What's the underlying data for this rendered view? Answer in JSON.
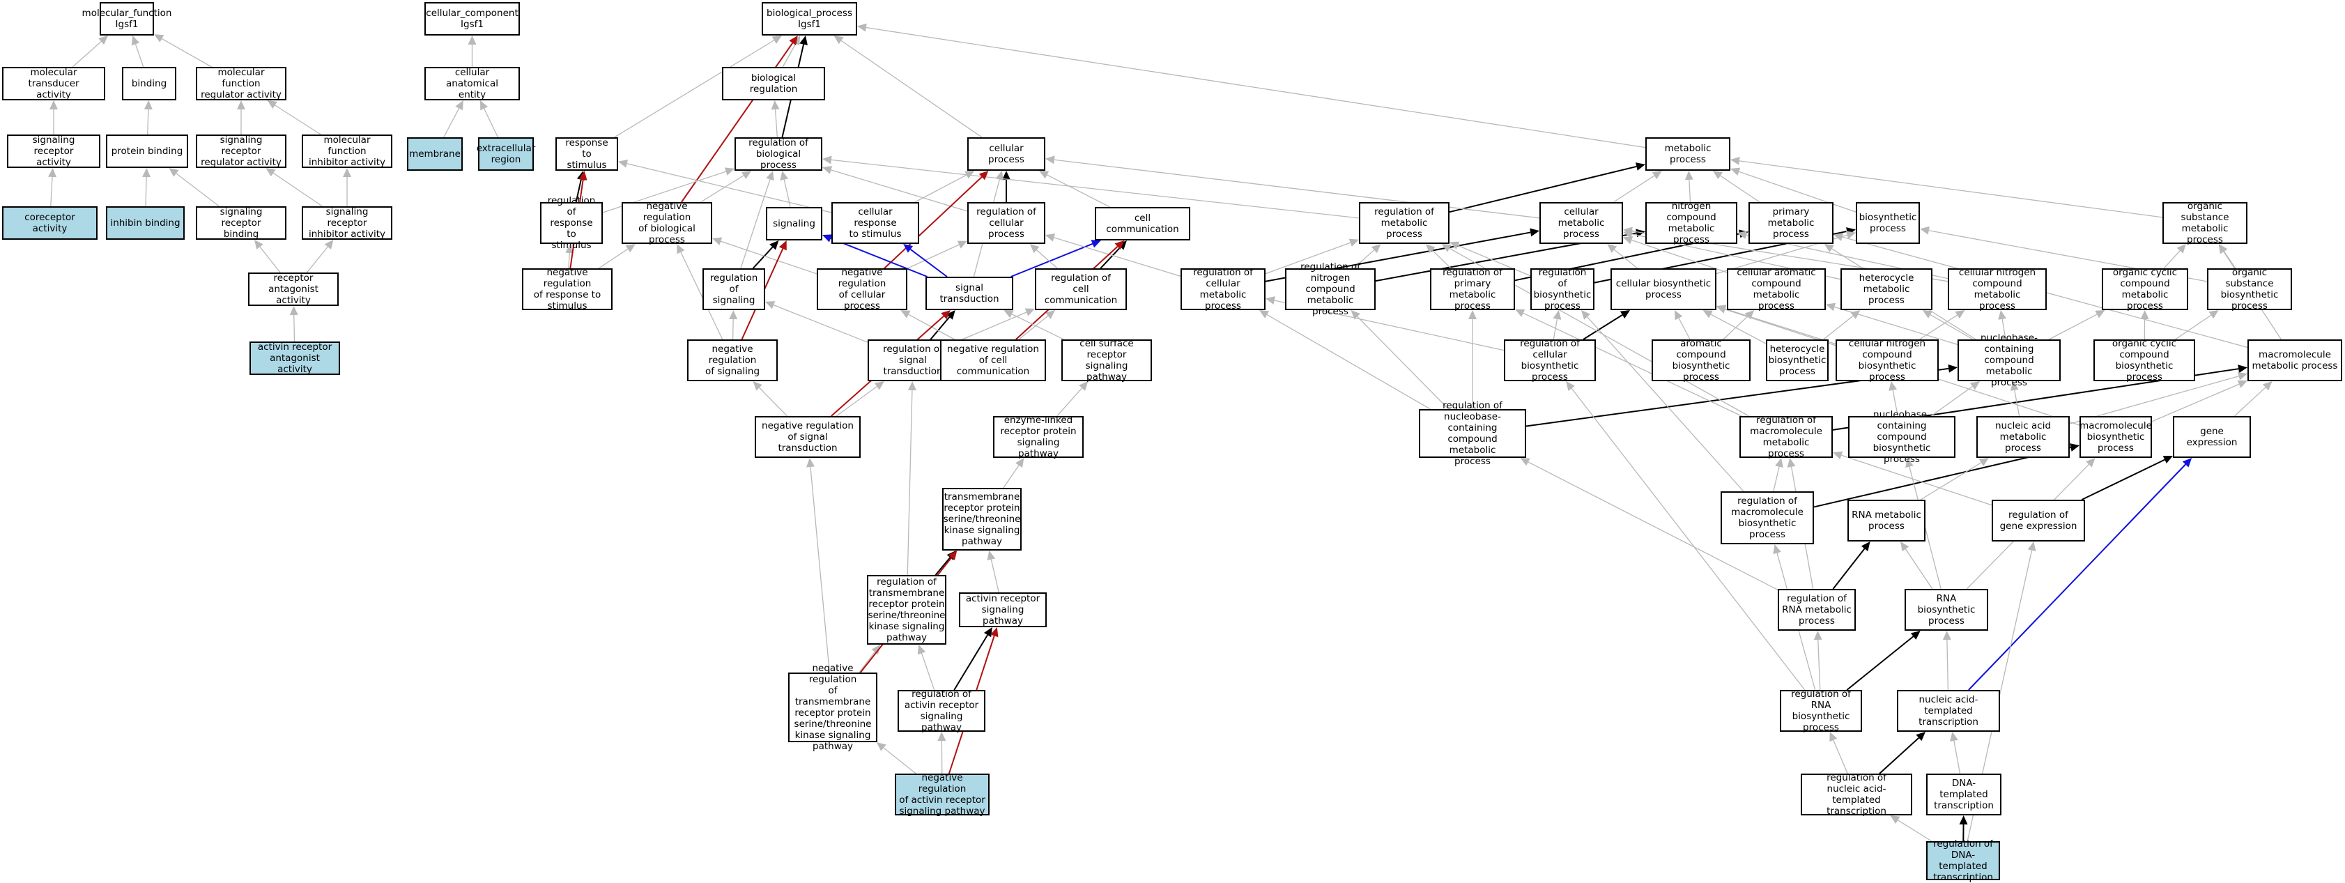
{
  "colors": {
    "gray": "#b8b8b8",
    "black": "#000000",
    "red": "#b01010",
    "blue": "#1010e0",
    "highlight": "#add8e6"
  },
  "nodes": {
    "mf": {
      "label": "molecular_function\nIgsf1"
    },
    "mta": {
      "label": "molecular transducer\nactivity"
    },
    "binding": {
      "label": "binding"
    },
    "mfra": {
      "label": "molecular function\nregulator activity"
    },
    "sra": {
      "label": "signaling receptor\nactivity"
    },
    "pb": {
      "label": "protein binding"
    },
    "srra": {
      "label": "signaling receptor\nregulator activity"
    },
    "mfia": {
      "label": "molecular function\ninhibitor activity"
    },
    "corec": {
      "label": "coreceptor activity",
      "hl": true
    },
    "inhib": {
      "label": "inhibin binding",
      "hl": true
    },
    "srb": {
      "label": "signaling receptor\nbinding"
    },
    "sria": {
      "label": "signaling receptor\ninhibitor activity"
    },
    "raa": {
      "label": "receptor antagonist\nactivity"
    },
    "araa": {
      "label": "activin receptor\nantagonist activity",
      "hl": true
    },
    "cc": {
      "label": "cellular_component\nIgsf1"
    },
    "cae": {
      "label": "cellular anatomical\nentity"
    },
    "membrane": {
      "label": "membrane",
      "hl": true
    },
    "ecr": {
      "label": "extracellular\nregion",
      "hl": true
    },
    "bp": {
      "label": "biological_process\nIgsf1"
    },
    "breg": {
      "label": "biological regulation"
    },
    "rts": {
      "label": "response to\nstimulus"
    },
    "rbp": {
      "label": "regulation of\nbiological process"
    },
    "cp": {
      "label": "cellular process"
    },
    "mp": {
      "label": "metabolic process"
    },
    "rrts": {
      "label": "regulation of\nresponse to\nstimulus"
    },
    "nrbp": {
      "label": "negative regulation\nof biological\nprocess"
    },
    "signaling": {
      "label": "signaling"
    },
    "crs": {
      "label": "cellular response\nto stimulus"
    },
    "rcp": {
      "label": "regulation of\ncellular process"
    },
    "ccom": {
      "label": "cell communication"
    },
    "rmp": {
      "label": "regulation of\nmetabolic process"
    },
    "cmp": {
      "label": "cellular metabolic\nprocess"
    },
    "ncmp": {
      "label": "nitrogen compound\nmetabolic process"
    },
    "pmp": {
      "label": "primary metabolic\nprocess"
    },
    "bsp": {
      "label": "biosynthetic\nprocess"
    },
    "osmp": {
      "label": "organic substance\nmetabolic process"
    },
    "nrrs": {
      "label": "negative regulation\nof response to\nstimulus"
    },
    "rsig": {
      "label": "regulation of\nsignaling"
    },
    "nrcp": {
      "label": "negative regulation\nof cellular\nprocess"
    },
    "st": {
      "label": "signal transduction"
    },
    "rcc": {
      "label": "regulation of\ncell communication"
    },
    "rcmp": {
      "label": "regulation of\ncellular metabolic\nprocess"
    },
    "rncmp": {
      "label": "regulation of\nnitrogen compound\nmetabolic process"
    },
    "rpmp": {
      "label": "regulation of\nprimary metabolic\nprocess"
    },
    "rbsp": {
      "label": "regulation of\nbiosynthetic\nprocess"
    },
    "cbsp": {
      "label": "cellular biosynthetic\nprocess"
    },
    "cacmp": {
      "label": "cellular aromatic\ncompound metabolic\nprocess"
    },
    "hmp": {
      "label": "heterocycle\nmetabolic process"
    },
    "cncmp": {
      "label": "cellular nitrogen\ncompound metabolic\nprocess"
    },
    "occmp": {
      "label": "organic cyclic\ncompound metabolic\nprocess"
    },
    "osbp": {
      "label": "organic substance\nbiosynthetic\nprocess"
    },
    "nrsig": {
      "label": "negative regulation\nof signaling"
    },
    "rst": {
      "label": "regulation of\nsignal transduction"
    },
    "nrcc": {
      "label": "negative regulation\nof cell communication"
    },
    "csrsp": {
      "label": "cell surface\nreceptor signaling\npathway"
    },
    "rcbp": {
      "label": "regulation of\ncellular biosynthetic\nprocess"
    },
    "acbp": {
      "label": "aromatic compound\nbiosynthetic\nprocess"
    },
    "hbp": {
      "label": "heterocycle\nbiosynthetic\nprocess"
    },
    "cncbp": {
      "label": "cellular nitrogen\ncompound biosynthetic\nprocess"
    },
    "nccmp": {
      "label": "nucleobase-containing\ncompound metabolic\nprocess"
    },
    "occbp": {
      "label": "organic cyclic\ncompound biosynthetic\nprocess"
    },
    "macmp": {
      "label": "macromolecule\nmetabolic process"
    },
    "nrst": {
      "label": "negative regulation\nof signal transduction"
    },
    "elrsp": {
      "label": "enzyme-linked\nreceptor protein\nsignaling pathway"
    },
    "rnccmp": {
      "label": "regulation of\nnucleobase-containing\ncompound metabolic\nprocess"
    },
    "rmmp": {
      "label": "regulation of\nmacromolecule\nmetabolic process"
    },
    "nccbp": {
      "label": "nucleobase-containing\ncompound biosynthetic\nprocess"
    },
    "namp": {
      "label": "nucleic acid\nmetabolic process"
    },
    "mbp": {
      "label": "macromolecule\nbiosynthetic\nprocess"
    },
    "ge": {
      "label": "gene expression"
    },
    "tmrsp": {
      "label": "transmembrane\nreceptor protein\nserine/threonine\nkinase signaling\npathway"
    },
    "rmbp": {
      "label": "regulation of\nmacromolecule\nbiosynthetic\nprocess"
    },
    "rnamp": {
      "label": "RNA metabolic\nprocess"
    },
    "rge": {
      "label": "regulation of\ngene expression"
    },
    "rtmrsp": {
      "label": "regulation of\ntransmembrane\nreceptor protein\nserine/threonine\nkinase signaling\npathway"
    },
    "arsp": {
      "label": "activin receptor\nsignaling pathway"
    },
    "rrnamp": {
      "label": "regulation of\nRNA metabolic\nprocess"
    },
    "rnabp": {
      "label": "RNA biosynthetic\nprocess"
    },
    "nrtmrsp": {
      "label": "negative regulation\nof transmembrane\nreceptor protein\nserine/threonine\nkinase signaling\npathway"
    },
    "rarsp": {
      "label": "regulation of\nactivin receptor\nsignaling pathway"
    },
    "rrnabp": {
      "label": "regulation of\nRNA biosynthetic\nprocess"
    },
    "natt": {
      "label": "nucleic acid-templated\ntranscription"
    },
    "nrarsp": {
      "label": "negative regulation\nof activin receptor\nsignaling pathway",
      "hl": true
    },
    "rnatt": {
      "label": "regulation of\nnucleic acid-templated\ntranscription"
    },
    "dtt": {
      "label": "DNA-templated\ntranscription"
    },
    "rdtt": {
      "label": "regulation of\nDNA-templated\ntranscription",
      "hl": true
    }
  },
  "edges": [
    [
      "mta",
      "mf",
      "gray"
    ],
    [
      "binding",
      "mf",
      "gray"
    ],
    [
      "mfra",
      "mf",
      "gray"
    ],
    [
      "sra",
      "mta",
      "gray"
    ],
    [
      "pb",
      "binding",
      "gray"
    ],
    [
      "srra",
      "mfra",
      "gray"
    ],
    [
      "mfia",
      "mfra",
      "gray"
    ],
    [
      "corec",
      "sra",
      "gray"
    ],
    [
      "inhib",
      "pb",
      "gray"
    ],
    [
      "srb",
      "pb",
      "gray"
    ],
    [
      "sria",
      "srra",
      "gray"
    ],
    [
      "sria",
      "mfia",
      "gray"
    ],
    [
      "raa",
      "srb",
      "gray"
    ],
    [
      "raa",
      "sria",
      "gray"
    ],
    [
      "araa",
      "raa",
      "gray"
    ],
    [
      "cae",
      "cc",
      "gray"
    ],
    [
      "membrane",
      "cae",
      "gray"
    ],
    [
      "ecr",
      "cae",
      "gray"
    ],
    [
      "breg",
      "bp",
      "gray"
    ],
    [
      "rts",
      "bp",
      "gray"
    ],
    [
      "rbp",
      "bp",
      "black"
    ],
    [
      "cp",
      "bp",
      "gray"
    ],
    [
      "mp",
      "bp",
      "gray"
    ],
    [
      "nrbp",
      "bp",
      "red"
    ],
    [
      "rbp",
      "breg",
      "gray"
    ],
    [
      "rrts",
      "rts",
      "black"
    ],
    [
      "rrts",
      "rbp",
      "gray"
    ],
    [
      "crs",
      "rts",
      "gray"
    ],
    [
      "nrbp",
      "rbp",
      "gray"
    ],
    [
      "signaling",
      "rbp",
      "gray"
    ],
    [
      "rcp",
      "rbp",
      "gray"
    ],
    [
      "rcp",
      "cp",
      "black"
    ],
    [
      "crs",
      "cp",
      "gray"
    ],
    [
      "ccom",
      "cp",
      "gray"
    ],
    [
      "rmp",
      "rbp",
      "gray"
    ],
    [
      "rmp",
      "mp",
      "black"
    ],
    [
      "cmp",
      "mp",
      "gray"
    ],
    [
      "ncmp",
      "mp",
      "gray"
    ],
    [
      "pmp",
      "mp",
      "gray"
    ],
    [
      "bsp",
      "mp",
      "gray"
    ],
    [
      "osmp",
      "mp",
      "gray"
    ],
    [
      "cmp",
      "cp",
      "gray"
    ],
    [
      "nrrs",
      "rrts",
      "gray"
    ],
    [
      "nrrs",
      "rts",
      "red"
    ],
    [
      "nrrs",
      "nrbp",
      "gray"
    ],
    [
      "rsig",
      "signaling",
      "black"
    ],
    [
      "rsig",
      "rbp",
      "gray"
    ],
    [
      "nrcp",
      "nrbp",
      "gray"
    ],
    [
      "nrcp",
      "rcp",
      "gray"
    ],
    [
      "nrcp",
      "cp",
      "red"
    ],
    [
      "st",
      "signaling",
      "blue"
    ],
    [
      "st",
      "crs",
      "blue"
    ],
    [
      "st",
      "ccom",
      "blue"
    ],
    [
      "st",
      "cp",
      "gray"
    ],
    [
      "rcc",
      "ccom",
      "black"
    ],
    [
      "rcc",
      "rcp",
      "gray"
    ],
    [
      "rcmp",
      "rmp",
      "gray"
    ],
    [
      "rcmp",
      "cmp",
      "black"
    ],
    [
      "rcmp",
      "rcp",
      "gray"
    ],
    [
      "rncmp",
      "rmp",
      "gray"
    ],
    [
      "rncmp",
      "ncmp",
      "black"
    ],
    [
      "rpmp",
      "rmp",
      "gray"
    ],
    [
      "rpmp",
      "pmp",
      "black"
    ],
    [
      "rbsp",
      "rmp",
      "gray"
    ],
    [
      "rbsp",
      "bsp",
      "black"
    ],
    [
      "cbsp",
      "bsp",
      "gray"
    ],
    [
      "cbsp",
      "cmp",
      "gray"
    ],
    [
      "cacmp",
      "cmp",
      "gray"
    ],
    [
      "hmp",
      "cmp",
      "gray"
    ],
    [
      "cncmp",
      "cmp",
      "gray"
    ],
    [
      "cncmp",
      "ncmp",
      "gray"
    ],
    [
      "occmp",
      "osmp",
      "gray"
    ],
    [
      "osbp",
      "osmp",
      "gray"
    ],
    [
      "osbp",
      "bsp",
      "gray"
    ],
    [
      "nrsig",
      "rsig",
      "gray"
    ],
    [
      "nrsig",
      "nrbp",
      "gray"
    ],
    [
      "nrsig",
      "signaling",
      "red"
    ],
    [
      "rst",
      "st",
      "black"
    ],
    [
      "rst",
      "rsig",
      "gray"
    ],
    [
      "rst",
      "rcc",
      "gray"
    ],
    [
      "nrcc",
      "rcc",
      "gray"
    ],
    [
      "nrcc",
      "nrcp",
      "gray"
    ],
    [
      "nrcc",
      "ccom",
      "red"
    ],
    [
      "csrsp",
      "st",
      "gray"
    ],
    [
      "rcbp",
      "rbsp",
      "gray"
    ],
    [
      "rcbp",
      "rcmp",
      "gray"
    ],
    [
      "rcbp",
      "cbsp",
      "black"
    ],
    [
      "acbp",
      "cacmp",
      "gray"
    ],
    [
      "acbp",
      "cbsp",
      "gray"
    ],
    [
      "hbp",
      "hmp",
      "gray"
    ],
    [
      "hbp",
      "cbsp",
      "gray"
    ],
    [
      "cncbp",
      "cncmp",
      "gray"
    ],
    [
      "cncbp",
      "cbsp",
      "gray"
    ],
    [
      "nccmp",
      "cacmp",
      "gray"
    ],
    [
      "nccmp",
      "hmp",
      "gray"
    ],
    [
      "nccmp",
      "cncmp",
      "gray"
    ],
    [
      "nccmp",
      "occmp",
      "gray"
    ],
    [
      "nccmp",
      "pmp",
      "gray"
    ],
    [
      "occbp",
      "occmp",
      "gray"
    ],
    [
      "occbp",
      "osbp",
      "gray"
    ],
    [
      "macmp",
      "pmp",
      "gray"
    ],
    [
      "macmp",
      "osmp",
      "gray"
    ],
    [
      "nrst",
      "rst",
      "gray"
    ],
    [
      "nrst",
      "nrsig",
      "gray"
    ],
    [
      "nrst",
      "st",
      "red"
    ],
    [
      "elrsp",
      "csrsp",
      "gray"
    ],
    [
      "rnccmp",
      "rncmp",
      "gray"
    ],
    [
      "rnccmp",
      "rpmp",
      "gray"
    ],
    [
      "rnccmp",
      "rcmp",
      "gray"
    ],
    [
      "rnccmp",
      "nccmp",
      "black"
    ],
    [
      "rmmp",
      "rpmp",
      "gray"
    ],
    [
      "rmmp",
      "rmp",
      "gray"
    ],
    [
      "rmmp",
      "macmp",
      "black"
    ],
    [
      "nccbp",
      "nccmp",
      "gray"
    ],
    [
      "nccbp",
      "cncbp",
      "gray"
    ],
    [
      "namp",
      "nccmp",
      "gray"
    ],
    [
      "namp",
      "macmp",
      "gray"
    ],
    [
      "mbp",
      "macmp",
      "gray"
    ],
    [
      "mbp",
      "cbsp",
      "gray"
    ],
    [
      "ge",
      "macmp",
      "gray"
    ],
    [
      "tmrsp",
      "elrsp",
      "gray"
    ],
    [
      "rmbp",
      "rmmp",
      "gray"
    ],
    [
      "rmbp",
      "rbsp",
      "gray"
    ],
    [
      "rmbp",
      "mbp",
      "black"
    ],
    [
      "rnamp",
      "namp",
      "gray"
    ],
    [
      "rge",
      "rmmp",
      "gray"
    ],
    [
      "rge",
      "ge",
      "black"
    ],
    [
      "rtmrsp",
      "tmrsp",
      "black"
    ],
    [
      "rtmrsp",
      "rst",
      "gray"
    ],
    [
      "arsp",
      "tmrsp",
      "gray"
    ],
    [
      "rrnamp",
      "rnamp",
      "black"
    ],
    [
      "rrnamp",
      "rnccmp",
      "gray"
    ],
    [
      "rrnamp",
      "rmmp",
      "gray"
    ],
    [
      "rnabp",
      "rnamp",
      "gray"
    ],
    [
      "rnabp",
      "mbp",
      "gray"
    ],
    [
      "rnabp",
      "nccbp",
      "gray"
    ],
    [
      "nrtmrsp",
      "rtmrsp",
      "gray"
    ],
    [
      "nrtmrsp",
      "tmrsp",
      "red"
    ],
    [
      "nrtmrsp",
      "nrst",
      "gray"
    ],
    [
      "rarsp",
      "arsp",
      "black"
    ],
    [
      "rarsp",
      "rtmrsp",
      "gray"
    ],
    [
      "rrnabp",
      "rnabp",
      "black"
    ],
    [
      "rrnabp",
      "rrnamp",
      "gray"
    ],
    [
      "rrnabp",
      "rmbp",
      "gray"
    ],
    [
      "rrnabp",
      "rcbp",
      "gray"
    ],
    [
      "natt",
      "rnabp",
      "gray"
    ],
    [
      "natt",
      "ge",
      "blue"
    ],
    [
      "nrarsp",
      "rarsp",
      "gray"
    ],
    [
      "nrarsp",
      "nrtmrsp",
      "gray"
    ],
    [
      "nrarsp",
      "arsp",
      "red"
    ],
    [
      "rnatt",
      "rrnabp",
      "gray"
    ],
    [
      "rnatt",
      "natt",
      "black"
    ],
    [
      "dtt",
      "natt",
      "gray"
    ],
    [
      "rdtt",
      "rnatt",
      "gray"
    ],
    [
      "rdtt",
      "dtt",
      "black"
    ],
    [
      "rdtt",
      "rge",
      "gray"
    ]
  ]
}
